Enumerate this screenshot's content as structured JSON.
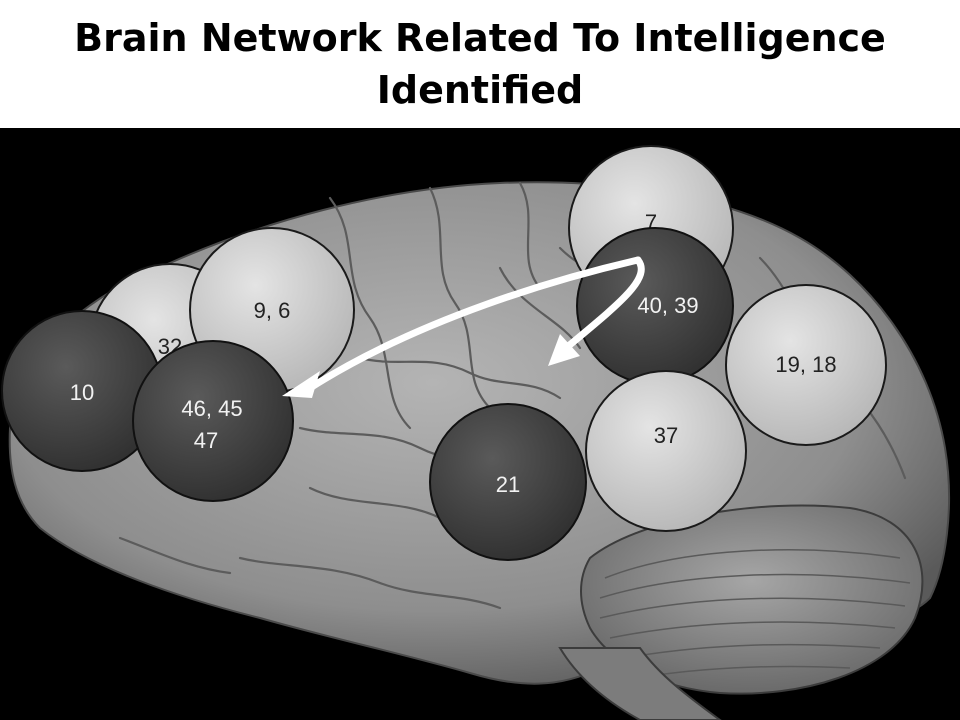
{
  "title": "Brain Network Related To Intelligence Identified",
  "colors": {
    "background": "#000000",
    "brain": "#9a9a9a",
    "dark_region": "#404040",
    "light_region": "#cfcfcf",
    "arrow": "#ffffff"
  },
  "regions": [
    {
      "id": "7",
      "label": "7",
      "tone": "light"
    },
    {
      "id": "40-39",
      "label": "40, 39",
      "tone": "dark"
    },
    {
      "id": "19-18",
      "label": "19, 18",
      "tone": "light"
    },
    {
      "id": "37",
      "label": "37",
      "tone": "light"
    },
    {
      "id": "21",
      "label": "21",
      "tone": "dark"
    },
    {
      "id": "32",
      "label": "32",
      "tone": "light"
    },
    {
      "id": "9-6",
      "label": "9, 6",
      "tone": "light"
    },
    {
      "id": "10",
      "label": "10",
      "tone": "dark"
    },
    {
      "id": "46-45-47",
      "label_line1": "46, 45",
      "label_line2": "47",
      "tone": "dark"
    }
  ]
}
